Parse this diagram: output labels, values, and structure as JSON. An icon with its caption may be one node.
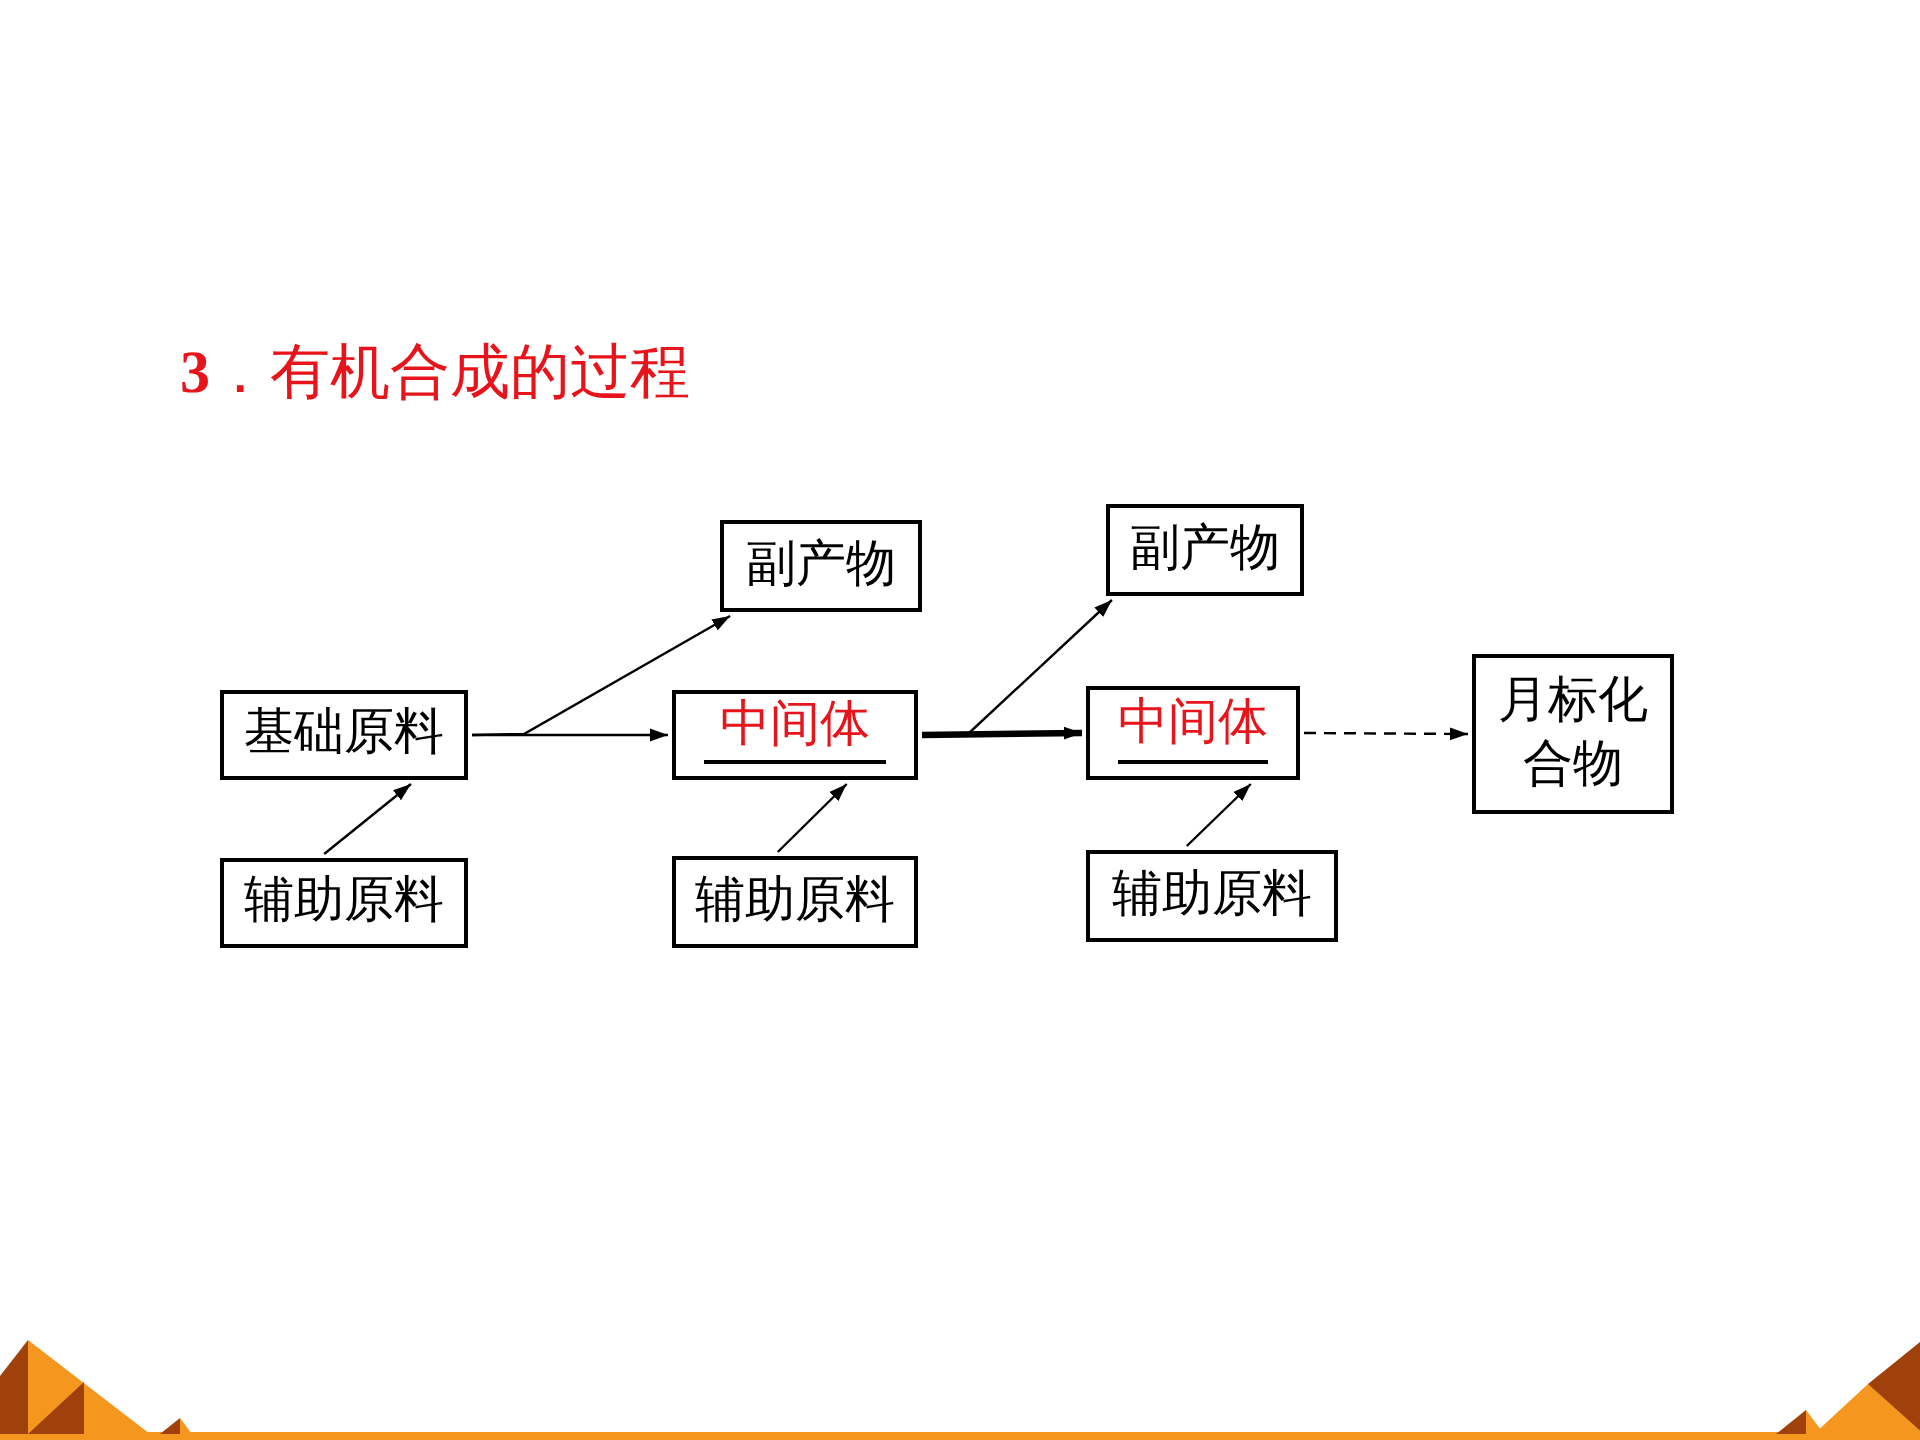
{
  "diagram": {
    "title": "**3**．有机合成的过程",
    "nodes": [
      {
        "text": [
          "基础原料"
        ]
      },
      {
        "text": [
          "辅助原料"
        ]
      },
      {
        "text": [
          "副产物"
        ]
      },
      {
        "text": [
          "中间体"
        ]
      },
      {
        "text": [
          "辅助原料"
        ]
      },
      {
        "text": [
          "副产物"
        ]
      },
      {
        "text": [
          "中间体"
        ]
      },
      {
        "text": [
          "辅助原料"
        ]
      },
      {
        "text": [
          "月标化合物"
        ]
      }
    ],
    "edges": [
      {
        "from": 0,
        "to": 3,
        "arrow": "to"
      },
      {
        "from": 0,
        "to": 2,
        "arrow": "to"
      },
      {
        "from": 1,
        "to": 0,
        "arrow": "to"
      },
      {
        "from": 3,
        "to": 6,
        "arrow": "to",
        "style": "thick"
      },
      {
        "from": 3,
        "to": 5,
        "arrow": "to"
      },
      {
        "from": 4,
        "to": 3,
        "arrow": "to"
      },
      {
        "from": 7,
        "to": 6,
        "arrow": "to"
      },
      {
        "from": 6,
        "to": 8,
        "arrow": "to",
        "style": "dashed"
      }
    ]
  }
}
